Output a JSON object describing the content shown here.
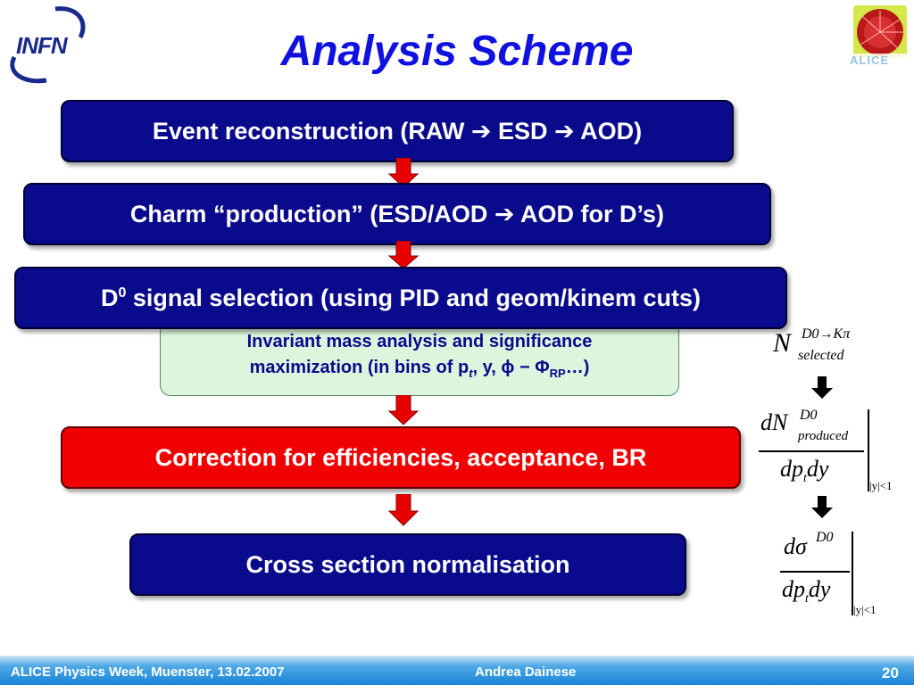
{
  "header": {
    "title": "Analysis Scheme",
    "logo_left": "INFN",
    "logo_right": "ALICE"
  },
  "flow": {
    "step1": "Event reconstruction (RAW ➔ ESD ➔ AOD)",
    "step2": "Charm “production” (ESD/AOD ➔ AOD for D’s)",
    "step3_prefix": "D",
    "step3_sup": "0",
    "step3_rest": " signal selection (using PID and geom/kinem cuts)",
    "step4_line1": "Invariant mass analysis and significance",
    "step4_line2_a": "maximization (in bins of p",
    "step4_line2_t": "t",
    "step4_line2_b": ", y, ϕ − Φ",
    "step4_line2_rp": "RP",
    "step4_line2_c": "…)",
    "step5": "Correction for efficiencies, acceptance, BR",
    "step6": "Cross section normalisation"
  },
  "formulas": {
    "f1_N": "N",
    "f1_sup": "D0→Kπ",
    "f1_sub": "selected",
    "f2_num": "dN",
    "f2_sup": "D0",
    "f2_sub": "produced",
    "f2_den_a": "dp",
    "f2_den_t": "t",
    "f2_den_b": "dy",
    "f2_cond": "|y|<1",
    "f3_num": "dσ",
    "f3_sup": "D0",
    "f3_den_a": "dp",
    "f3_den_t": "t",
    "f3_den_b": "dy",
    "f3_cond": "|y|<1"
  },
  "footer": {
    "left": "ALICE Physics Week, Muenster, 13.02.2007",
    "center": "Andrea Dainese",
    "page": "20"
  },
  "colors": {
    "title": "#1010e0",
    "navy_box": "#0a0a8c",
    "red_box": "#f00000",
    "green_box": "#ddf5dd",
    "footer": "#1a84d6"
  }
}
